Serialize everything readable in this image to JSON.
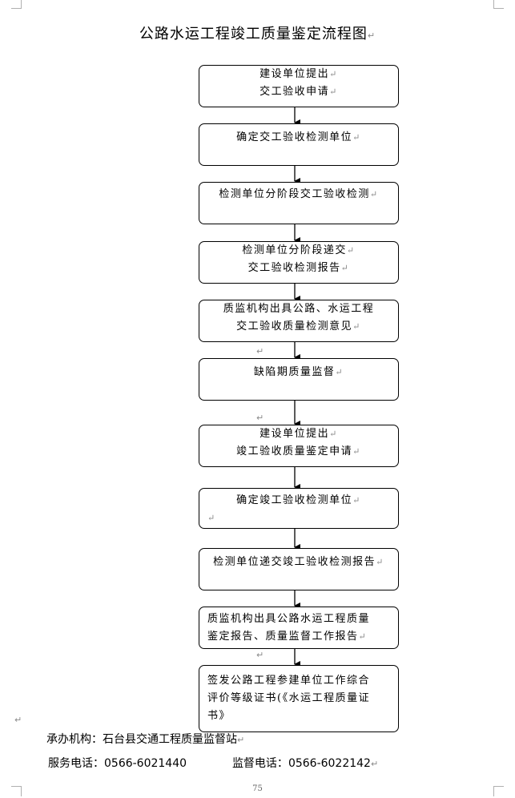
{
  "title": "公路水运工程竣工质量鉴定流程图",
  "paragraph_mark": "↵",
  "steps": [
    {
      "lines": [
        "建设单位提出",
        "交工验收申请"
      ]
    },
    {
      "lines": [
        "确定交工验收检测单位"
      ]
    },
    {
      "lines": [
        "检测单位分阶段交工验收检测"
      ]
    },
    {
      "lines": [
        "检测单位分阶段递交",
        "交工验收检测报告"
      ]
    },
    {
      "lines": [
        "质监机构出具公路、水运工程",
        "交工验收质量检测意见"
      ]
    },
    {
      "lines": [
        "缺陷期质量监督"
      ]
    },
    {
      "lines": [
        "建设单位提出",
        "竣工验收质量鉴定申请"
      ]
    },
    {
      "lines": [
        "确定竣工验收检测单位"
      ]
    },
    {
      "lines": [
        "检测单位递交竣工验收检测报告"
      ]
    },
    {
      "lines": [
        "质监机构出具公路水运工程质量",
        "鉴定报告、质量监督工作报告"
      ]
    },
    {
      "lines": [
        "签发公路工程参建单位工作综合",
        "评价等级证书(《水运工程质量证",
        "书》"
      ]
    }
  ],
  "footer": {
    "organizer_label": "承办机构：",
    "organizer": "石台县交通工程质量监督站",
    "service_phone_label": "服务电话：",
    "service_phone": "0566-6021440",
    "supervision_phone_label": "监督电话：",
    "supervision_phone": "0566-6022142"
  },
  "page_number": "75"
}
